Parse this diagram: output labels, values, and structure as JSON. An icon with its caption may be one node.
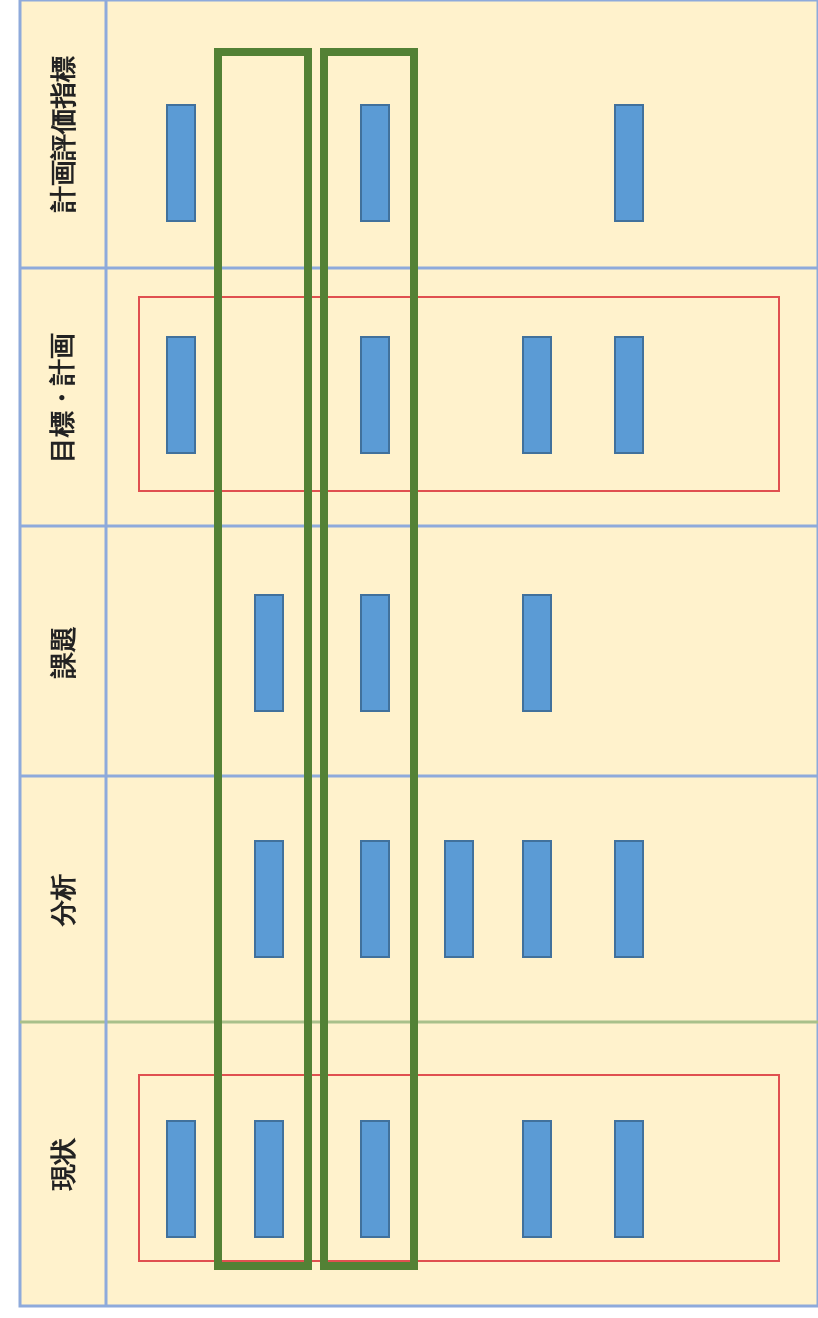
{
  "diagram": {
    "nodes": [
      {
        "text": [
          "計画評価指標"
        ]
      },
      {
        "text": [
          "目標・計画"
        ]
      },
      {
        "text": [
          "課題"
        ]
      },
      {
        "text": [
          "分析"
        ]
      },
      {
        "text": [
          "現状"
        ]
      },
      {
        "text": [],
        "shape": "box"
      },
      {
        "text": [],
        "shape": "box"
      },
      {
        "text": [],
        "shape": "box"
      },
      {
        "text": [],
        "shape": "box"
      },
      {
        "text": [],
        "shape": "bar"
      },
      {
        "text": [],
        "shape": "bar",
        "in": 8
      },
      {
        "text": [],
        "shape": "bar"
      },
      {
        "text": [],
        "shape": "bar",
        "in": 5
      },
      {
        "text": [],
        "shape": "bar"
      },
      {
        "text": [],
        "shape": "bar",
        "in": 5
      },
      {
        "text": [],
        "shape": "bar",
        "in": 5
      },
      {
        "text": [],
        "shape": "bar",
        "in": 7
      },
      {
        "text": [],
        "shape": "bar",
        "in": 8
      },
      {
        "text": [],
        "shape": "bar"
      },
      {
        "text": [],
        "shape": "bar",
        "in": 7
      },
      {
        "text": [],
        "shape": "bar",
        "in": 8
      },
      {
        "text": [],
        "shape": "bar"
      },
      {
        "text": [],
        "shape": "bar"
      },
      {
        "text": [],
        "shape": "bar"
      },
      {
        "text": [],
        "shape": "bar",
        "in": 6
      },
      {
        "text": [],
        "shape": "bar"
      },
      {
        "text": [],
        "shape": "bar"
      },
      {
        "text": [],
        "shape": "bar",
        "in": 6
      },
      {
        "text": [],
        "shape": "bar",
        "in": 6
      }
    ]
  }
}
